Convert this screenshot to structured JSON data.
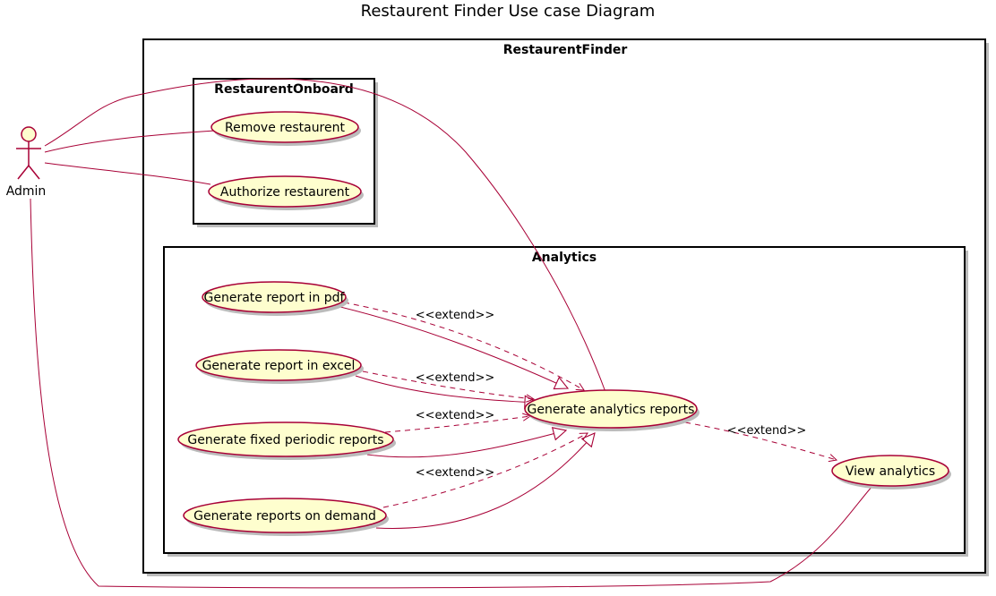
{
  "title": "Restaurent Finder Use case Diagram",
  "colors": {
    "usecase_fill": "#FEFECE",
    "line": "#A80036",
    "frame": "#000000",
    "shadow": "#BBBBBB"
  },
  "actor": {
    "label": "Admin"
  },
  "packages": {
    "outer": "RestaurentFinder",
    "onboard": "RestaurentOnboard",
    "analytics": "Analytics"
  },
  "usecases": {
    "remove": "Remove restaurent",
    "authorize": "Authorize restaurent",
    "pdf": "Generate report in pdf",
    "excel": "Generate report in excel",
    "fixed": "Generate fixed periodic reports",
    "demand": "Generate reports on demand",
    "analytics_reports": "Generate analytics reports",
    "view": "View analytics"
  },
  "stereotypes": {
    "pdf_ext": "<<extend>>",
    "excel_ext": "<<extend>>",
    "fixed_ext": "<<extend>>",
    "demand_ext": "<<extend>>",
    "view_ext": "<<extend>>"
  }
}
